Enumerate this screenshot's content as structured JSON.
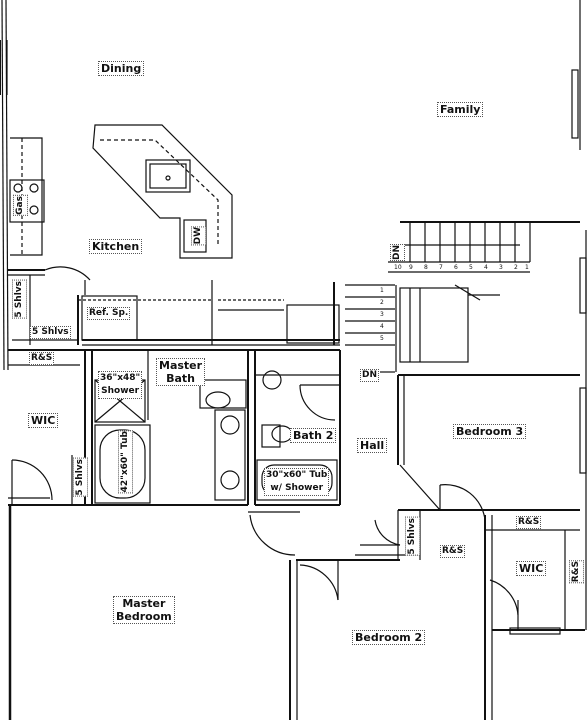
{
  "rooms": {
    "dining": "Dining",
    "family": "Family",
    "kitchen": "Kitchen",
    "dw": "DW",
    "gas": "Gas",
    "ref_sp": "Ref. Sp.",
    "shelves_5": "5 Shlvs",
    "rs": "R&S",
    "wic": "WIC",
    "master_bath_line1": "Master",
    "master_bath_line2": "Bath",
    "shower_size": "36\"x48\"",
    "shower": "Shower",
    "tub_42": "42\"x60\" Tub",
    "bath2": "Bath 2",
    "tub_30_line1": "30\"x60\" Tub",
    "tub_30_line2": "w/ Shower",
    "hall": "Hall",
    "bedroom3": "Bedroom 3",
    "bedroom2": "Bedroom 2",
    "master_bed_line1": "Master",
    "master_bed_line2": "Bedroom",
    "stair_dn_upper": "DN",
    "stair_dn_lower": "DN"
  },
  "stairs": {
    "upper_steps": [
      "10",
      "9",
      "8",
      "7",
      "6",
      "5",
      "4",
      "3",
      "2",
      "1"
    ],
    "lower_steps": [
      "1",
      "2",
      "3",
      "4",
      "5"
    ]
  }
}
